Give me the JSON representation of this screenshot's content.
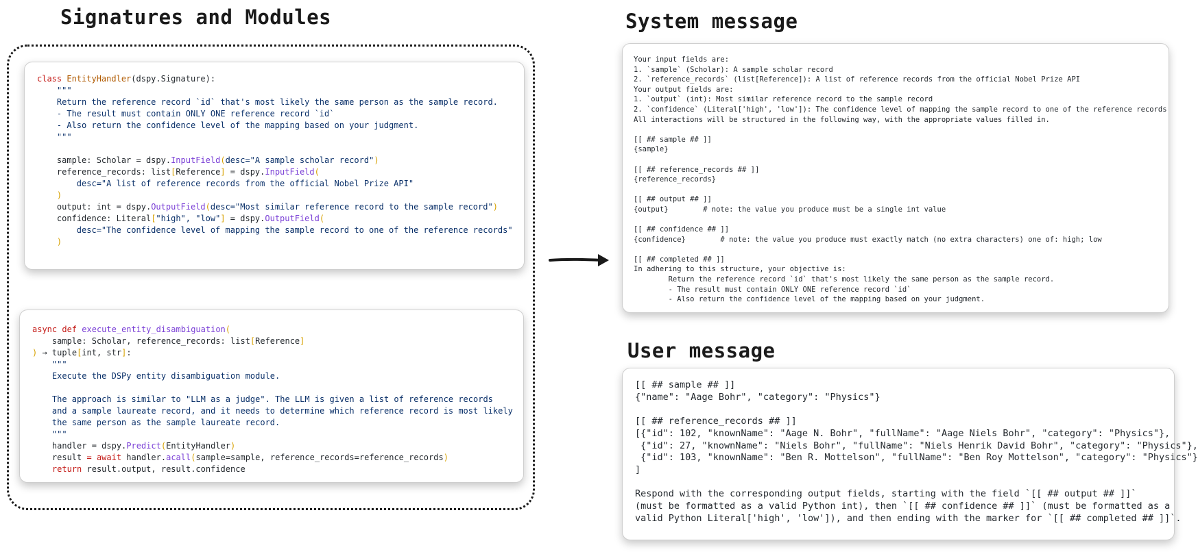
{
  "headings": {
    "left": "Signatures and Modules",
    "system": "System message",
    "user": "User message"
  },
  "signature_code": {
    "l1_kw": "class",
    "l1_name": "EntityHandler",
    "l1_rest": "(dspy.Signature):",
    "doc_open": "\"\"\"",
    "doc_1": "Return the reference record `id` that's most likely the same person as the sample record.",
    "doc_2": "- The result must contain ONLY ONE reference record `id`",
    "doc_3": "- Also return the confidence level of the mapping based on your judgment.",
    "doc_close": "\"\"\"",
    "sample_a": "sample: Scholar = dspy.",
    "input_field": "InputField",
    "sample_desc": "desc=\"A sample scholar record\"",
    "ref_a": "reference_records: list",
    "ref_type": "Reference",
    "ref_b": " = dspy.",
    "ref_desc": "desc=\"A list of reference records from the official Nobel Prize API\"",
    "out_a": "output: int = dspy.",
    "output_field": "OutputField",
    "out_desc": "desc=\"Most similar reference record to the sample record\"",
    "conf_a": "confidence: Literal",
    "conf_vals": "\"high\", \"low\"",
    "conf_b": " = dspy.",
    "conf_desc": "desc=\"The confidence level of mapping the sample record to one of the reference records\"",
    "paren_open": "(",
    "paren_close": ")",
    "bracket_open": "[",
    "bracket_close": "]"
  },
  "module_code": {
    "l1_kw": "async def",
    "l1_name": "execute_entity_disambiguation",
    "l2": "sample: Scholar, reference_records: list",
    "l2_type": "Reference",
    "l3_arrow": "→",
    "l3_a": " tuple",
    "l3_types": "int, str",
    "doc_open": "\"\"\"",
    "doc_1": "Execute the DSPy entity disambiguation module.",
    "doc_2": "The approach is similar to \"LLM as a judge\". The LLM is given a list of reference records",
    "doc_3": "and a sample laureate record, and it needs to determine which reference record is most likely",
    "doc_4": "the same person as the sample laureate record.",
    "doc_close": "\"\"\"",
    "h_a": "handler = dspy.",
    "h_fn": "Predict",
    "h_arg": "EntityHandler",
    "r_a": "result ",
    "r_eq": "=",
    "r_await": "await",
    "r_b": " handler.",
    "r_fn": "acall",
    "r_args": "sample=sample, reference_records=reference_records",
    "ret_kw": "return",
    "ret_rest": " result.output, result.confidence",
    "paren_open": "(",
    "paren_close": ")",
    "bracket_open": "[",
    "bracket_close": "]",
    "colon": ":"
  },
  "system_message": {
    "lines": [
      "Your input fields are:",
      "1. `sample` (Scholar): A sample scholar record",
      "2. `reference_records` (list[Reference]): A list of reference records from the official Nobel Prize API",
      "Your output fields are:",
      "1. `output` (int): Most similar reference record to the sample record",
      "2. `confidence` (Literal['high', 'low']): The confidence level of mapping the sample record to one of the reference records",
      "All interactions will be structured in the following way, with the appropriate values filled in.",
      "",
      "[[ ## sample ## ]]",
      "{sample}",
      "",
      "[[ ## reference_records ## ]]",
      "{reference_records}",
      "",
      "[[ ## output ## ]]",
      "{output}        # note: the value you produce must be a single int value",
      "",
      "[[ ## confidence ## ]]",
      "{confidence}        # note: the value you produce must exactly match (no extra characters) one of: high; low",
      "",
      "[[ ## completed ## ]]",
      "In adhering to this structure, your objective is:",
      "        Return the reference record `id` that's most likely the same person as the sample record.",
      "        - The result must contain ONLY ONE reference record `id`",
      "        - Also return the confidence level of the mapping based on your judgment."
    ]
  },
  "user_message": {
    "lines": [
      "[[ ## sample ## ]]",
      "{\"name\": \"Aage Bohr\", \"category\": \"Physics\"}",
      "",
      "[[ ## reference_records ## ]]",
      "[{\"id\": 102, \"knownName\": \"Aage N. Bohr\", \"fullName\": \"Aage Niels Bohr\", \"category\": \"Physics\"},",
      " {\"id\": 27, \"knownName\": \"Niels Bohr\", \"fullName\": \"Niels Henrik David Bohr\", \"category\": \"Physics\"},",
      " {\"id\": 103, \"knownName\": \"Ben R. Mottelson\", \"fullName\": \"Ben Roy Mottelson\", \"category\": \"Physics\"}",
      "]",
      "",
      "Respond with the corresponding output fields, starting with the field `[[ ## output ## ]]`",
      "(must be formatted as a valid Python int), then `[[ ## confidence ## ]]` (must be formatted as a",
      "valid Python Literal['high', 'low']), and then ending with the marker for `[[ ## completed ## ]]`."
    ]
  }
}
